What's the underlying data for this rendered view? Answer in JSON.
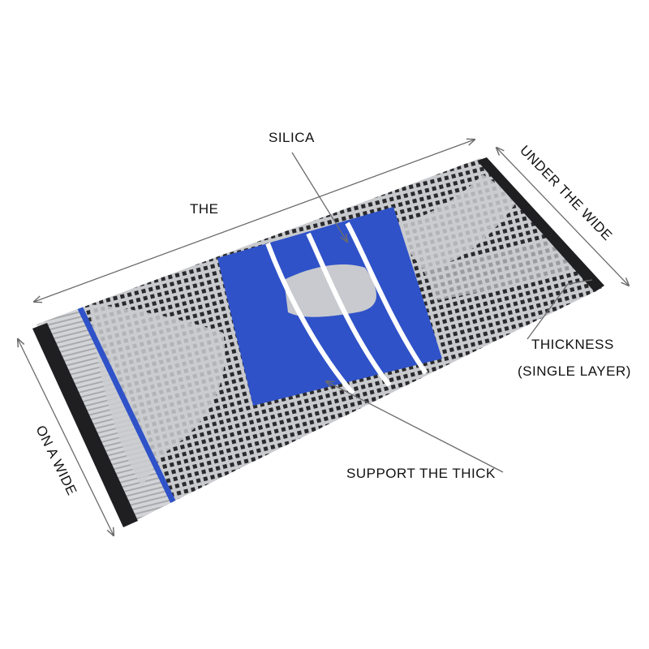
{
  "labels": {
    "silica": "SILICA",
    "length": "THE",
    "under_wide": "UNDER THE WIDE",
    "thickness_line1": "THICKNESS",
    "thickness_line2": "(SINGLE LAYER)",
    "support": "SUPPORT THE THICK",
    "on_wide": "ON A WIDE"
  },
  "colors": {
    "background": "#ffffff",
    "fabric_grey": "#c9cacd",
    "mesh_dark": "#2b2b2e",
    "stripe_blue": "#2f52c9",
    "band_black": "#1f1f22",
    "line_grey": "#6b6b6b",
    "text": "#111111"
  },
  "icons": [
    "knee-sleeve-illustration",
    "arrow-line-icon"
  ]
}
